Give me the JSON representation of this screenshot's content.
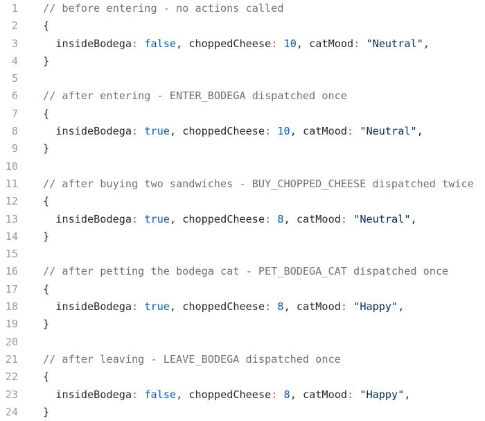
{
  "lines": [
    {
      "n": "1",
      "tokens": [
        {
          "c": "comment",
          "t": "// before entering - no actions called"
        }
      ]
    },
    {
      "n": "2",
      "tokens": [
        {
          "c": "punc",
          "t": "{"
        }
      ]
    },
    {
      "n": "3",
      "tokens": [
        {
          "c": "punc",
          "t": "  "
        },
        {
          "c": "key",
          "t": "insideBodega"
        },
        {
          "c": "colon",
          "t": ":"
        },
        {
          "c": "punc",
          "t": " "
        },
        {
          "c": "const",
          "t": "false"
        },
        {
          "c": "punc",
          "t": ", "
        },
        {
          "c": "key",
          "t": "choppedCheese"
        },
        {
          "c": "colon",
          "t": ":"
        },
        {
          "c": "punc",
          "t": " "
        },
        {
          "c": "const",
          "t": "10"
        },
        {
          "c": "punc",
          "t": ", "
        },
        {
          "c": "key",
          "t": "catMood"
        },
        {
          "c": "colon",
          "t": ":"
        },
        {
          "c": "punc",
          "t": " "
        },
        {
          "c": "string",
          "t": "\"Neutral\""
        },
        {
          "c": "punc",
          "t": ","
        }
      ]
    },
    {
      "n": "4",
      "tokens": [
        {
          "c": "punc",
          "t": "}"
        }
      ]
    },
    {
      "n": "5",
      "tokens": []
    },
    {
      "n": "6",
      "tokens": [
        {
          "c": "comment",
          "t": "// after entering - ENTER_BODEGA dispatched once"
        }
      ]
    },
    {
      "n": "7",
      "tokens": [
        {
          "c": "punc",
          "t": "{"
        }
      ]
    },
    {
      "n": "8",
      "tokens": [
        {
          "c": "punc",
          "t": "  "
        },
        {
          "c": "key",
          "t": "insideBodega"
        },
        {
          "c": "colon",
          "t": ":"
        },
        {
          "c": "punc",
          "t": " "
        },
        {
          "c": "const",
          "t": "true"
        },
        {
          "c": "punc",
          "t": ", "
        },
        {
          "c": "key",
          "t": "choppedCheese"
        },
        {
          "c": "colon",
          "t": ":"
        },
        {
          "c": "punc",
          "t": " "
        },
        {
          "c": "const",
          "t": "10"
        },
        {
          "c": "punc",
          "t": ", "
        },
        {
          "c": "key",
          "t": "catMood"
        },
        {
          "c": "colon",
          "t": ":"
        },
        {
          "c": "punc",
          "t": " "
        },
        {
          "c": "string",
          "t": "\"Neutral\""
        },
        {
          "c": "punc",
          "t": ","
        }
      ]
    },
    {
      "n": "9",
      "tokens": [
        {
          "c": "punc",
          "t": "}"
        }
      ]
    },
    {
      "n": "10",
      "tokens": []
    },
    {
      "n": "11",
      "tokens": [
        {
          "c": "comment",
          "t": "// after buying two sandwiches - BUY_CHOPPED_CHEESE dispatched twice"
        }
      ]
    },
    {
      "n": "12",
      "tokens": [
        {
          "c": "punc",
          "t": "{"
        }
      ]
    },
    {
      "n": "13",
      "tokens": [
        {
          "c": "punc",
          "t": "  "
        },
        {
          "c": "key",
          "t": "insideBodega"
        },
        {
          "c": "colon",
          "t": ":"
        },
        {
          "c": "punc",
          "t": " "
        },
        {
          "c": "const",
          "t": "true"
        },
        {
          "c": "punc",
          "t": ", "
        },
        {
          "c": "key",
          "t": "choppedCheese"
        },
        {
          "c": "colon",
          "t": ":"
        },
        {
          "c": "punc",
          "t": " "
        },
        {
          "c": "const",
          "t": "8"
        },
        {
          "c": "punc",
          "t": ", "
        },
        {
          "c": "key",
          "t": "catMood"
        },
        {
          "c": "colon",
          "t": ":"
        },
        {
          "c": "punc",
          "t": " "
        },
        {
          "c": "string",
          "t": "\"Neutral\""
        },
        {
          "c": "punc",
          "t": ","
        }
      ]
    },
    {
      "n": "14",
      "tokens": [
        {
          "c": "punc",
          "t": "}"
        }
      ]
    },
    {
      "n": "15",
      "tokens": []
    },
    {
      "n": "16",
      "tokens": [
        {
          "c": "comment",
          "t": "// after petting the bodega cat - PET_BODEGA_CAT dispatched once"
        }
      ]
    },
    {
      "n": "17",
      "tokens": [
        {
          "c": "punc",
          "t": "{"
        }
      ]
    },
    {
      "n": "18",
      "tokens": [
        {
          "c": "punc",
          "t": "  "
        },
        {
          "c": "key",
          "t": "insideBodega"
        },
        {
          "c": "colon",
          "t": ":"
        },
        {
          "c": "punc",
          "t": " "
        },
        {
          "c": "const",
          "t": "true"
        },
        {
          "c": "punc",
          "t": ", "
        },
        {
          "c": "key",
          "t": "choppedCheese"
        },
        {
          "c": "colon",
          "t": ":"
        },
        {
          "c": "punc",
          "t": " "
        },
        {
          "c": "const",
          "t": "8"
        },
        {
          "c": "punc",
          "t": ", "
        },
        {
          "c": "key",
          "t": "catMood"
        },
        {
          "c": "colon",
          "t": ":"
        },
        {
          "c": "punc",
          "t": " "
        },
        {
          "c": "string",
          "t": "\"Happy\""
        },
        {
          "c": "punc",
          "t": ","
        }
      ]
    },
    {
      "n": "19",
      "tokens": [
        {
          "c": "punc",
          "t": "}"
        }
      ]
    },
    {
      "n": "20",
      "tokens": []
    },
    {
      "n": "21",
      "tokens": [
        {
          "c": "comment",
          "t": "// after leaving - LEAVE_BODEGA dispatched once"
        }
      ]
    },
    {
      "n": "22",
      "tokens": [
        {
          "c": "punc",
          "t": "{"
        }
      ]
    },
    {
      "n": "23",
      "tokens": [
        {
          "c": "punc",
          "t": "  "
        },
        {
          "c": "key",
          "t": "insideBodega"
        },
        {
          "c": "colon",
          "t": ":"
        },
        {
          "c": "punc",
          "t": " "
        },
        {
          "c": "const",
          "t": "false"
        },
        {
          "c": "punc",
          "t": ", "
        },
        {
          "c": "key",
          "t": "choppedCheese"
        },
        {
          "c": "colon",
          "t": ":"
        },
        {
          "c": "punc",
          "t": " "
        },
        {
          "c": "const",
          "t": "8"
        },
        {
          "c": "punc",
          "t": ", "
        },
        {
          "c": "key",
          "t": "catMood"
        },
        {
          "c": "colon",
          "t": ":"
        },
        {
          "c": "punc",
          "t": " "
        },
        {
          "c": "string",
          "t": "\"Happy\""
        },
        {
          "c": "punc",
          "t": ","
        }
      ]
    },
    {
      "n": "24",
      "tokens": [
        {
          "c": "punc",
          "t": "}"
        }
      ]
    }
  ]
}
